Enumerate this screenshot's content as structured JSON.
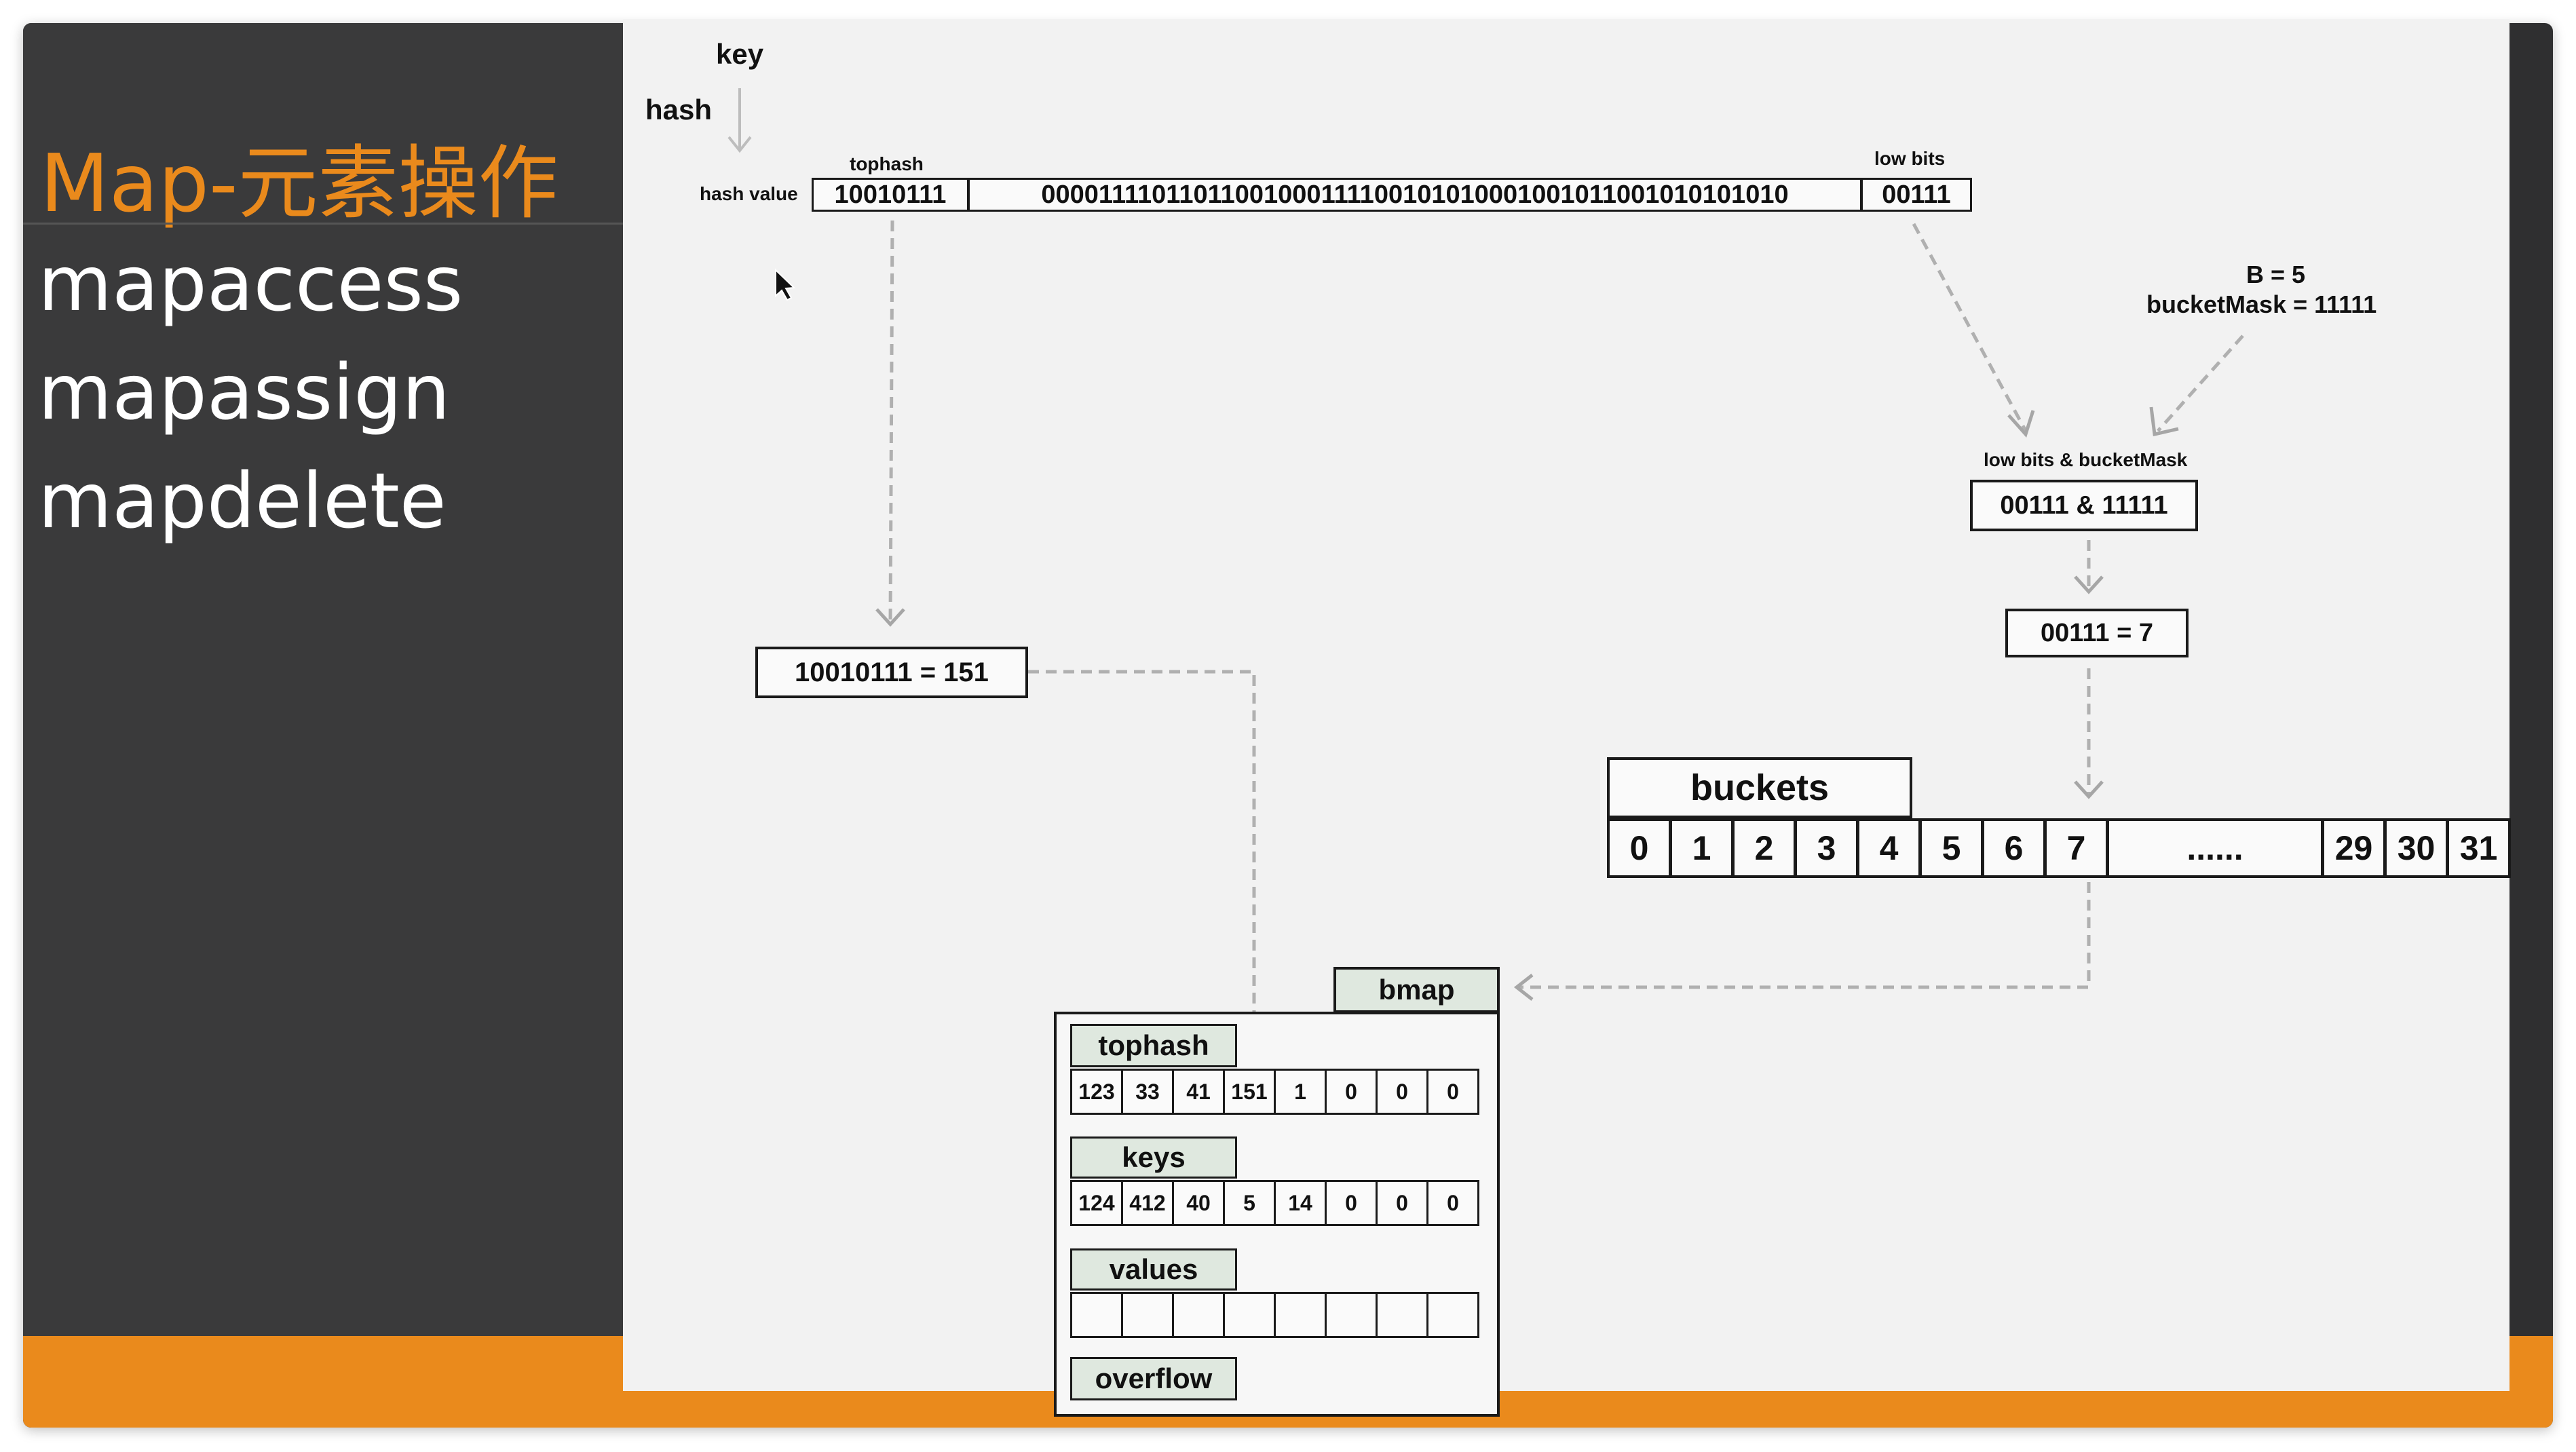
{
  "slide": {
    "title": "Map-元素操作",
    "functions": [
      "mapaccess",
      "mapassign",
      "mapdelete"
    ]
  },
  "diagram": {
    "key_label": "key",
    "hash_label": "hash",
    "hash_value_label": "hash value",
    "tophash_caption": "tophash",
    "lowbits_caption": "low bits",
    "tophash_bits": "10010111",
    "middle_bits": "00001111011011001000111100101010001001011001010101010",
    "low_bits": "00111",
    "b_value": "B = 5",
    "bucket_mask": "bucketMask = 11111",
    "and_caption": "low bits & bucketMask",
    "and_expr": "00111 & 11111",
    "bucket_index": "00111 = 7",
    "tophash_result": "10010111 = 151",
    "buckets_label": "buckets",
    "bucket_cells": [
      "0",
      "1",
      "2",
      "3",
      "4",
      "5",
      "6",
      "7",
      "......",
      "29",
      "30",
      "31"
    ],
    "bmap_label": "bmap",
    "tophash_label": "tophash",
    "tophash_values": [
      "123",
      "33",
      "41",
      "151",
      "1",
      "0",
      "0",
      "0"
    ],
    "keys_label": "keys",
    "keys_values": [
      "124",
      "412",
      "40",
      "5",
      "14",
      "0",
      "0",
      "0"
    ],
    "values_label": "values",
    "values_cells": [
      "",
      "",
      "",
      "",
      "",
      "",
      "",
      ""
    ],
    "overflow_label": "overflow"
  },
  "colors": {
    "orange": "#ea8a1c",
    "dark_bg": "#3a3a3b",
    "label_green": "#dfe8df",
    "canvas_bg": "#f2f2f2"
  }
}
